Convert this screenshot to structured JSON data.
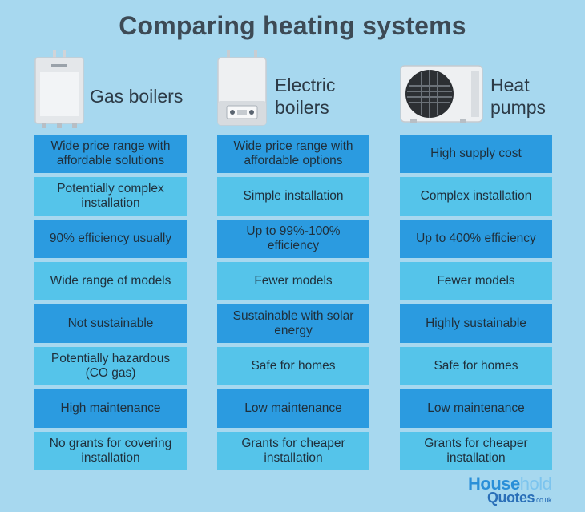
{
  "title": "Comparing heating systems",
  "columns": [
    {
      "heading_line1": "Gas boilers",
      "heading_line2": "",
      "icon": "gas-boiler-icon"
    },
    {
      "heading_line1": "Electric",
      "heading_line2": "boilers",
      "icon": "electric-boiler-icon"
    },
    {
      "heading_line1": "Heat",
      "heading_line2": "pumps",
      "icon": "heat-pump-icon"
    }
  ],
  "rows": [
    [
      "Wide price range with affordable solutions",
      "Wide price range with affordable options",
      "High supply cost"
    ],
    [
      "Potentially complex installation",
      "Simple installation",
      "Complex installation"
    ],
    [
      "90% efficiency usually",
      "Up to 99%-100% efficiency",
      "Up to 400% efficiency"
    ],
    [
      "Wide range of models",
      "Fewer models",
      "Fewer models"
    ],
    [
      "Not sustainable",
      "Sustainable with solar energy",
      "Highly sustainable"
    ],
    [
      "Potentially hazardous (CO gas)",
      "Safe for homes",
      "Safe for homes"
    ],
    [
      "High maintenance",
      "Low maintenance",
      "Low maintenance"
    ],
    [
      "No grants for covering installation",
      "Grants for cheaper installation",
      "Grants for cheaper installation"
    ]
  ],
  "brand": {
    "part1": "House",
    "part2": "hold",
    "part3": "Quotes",
    "part4": ".co.uk"
  },
  "colors": {
    "background": "#a7d8ef",
    "cell_dark": "#2b9be0",
    "cell_light": "#55c4ea",
    "title": "#3d4a55"
  }
}
